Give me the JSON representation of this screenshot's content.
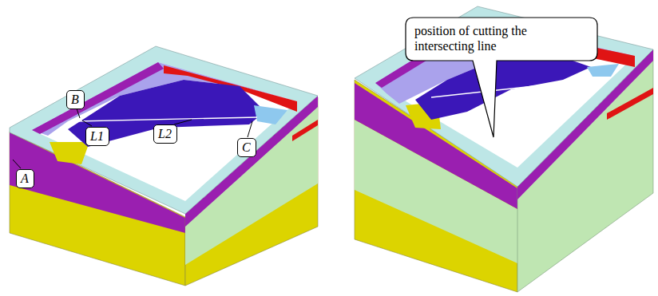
{
  "diagram": {
    "nodes": [
      {
        "text": [
          "B"
        ]
      },
      {
        "text": [
          "L1"
        ]
      },
      {
        "text": [
          "L2"
        ]
      },
      {
        "text": [
          "C"
        ]
      },
      {
        "text": [
          "A"
        ]
      },
      {
        "text": [
          "position of cutting the intersecting line"
        ]
      }
    ]
  }
}
